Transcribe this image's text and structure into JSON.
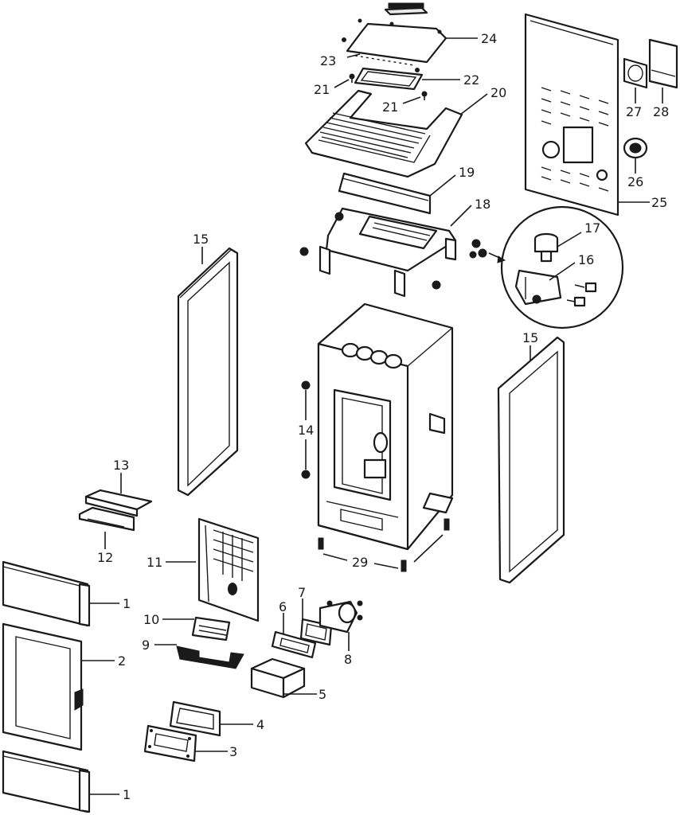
{
  "callouts": [
    {
      "id": "c1a",
      "text": "1"
    },
    {
      "id": "c1b",
      "text": "1"
    },
    {
      "id": "c2",
      "text": "2"
    },
    {
      "id": "c3",
      "text": "3"
    },
    {
      "id": "c4",
      "text": "4"
    },
    {
      "id": "c5",
      "text": "5"
    },
    {
      "id": "c6",
      "text": "6"
    },
    {
      "id": "c7",
      "text": "7"
    },
    {
      "id": "c8",
      "text": "8"
    },
    {
      "id": "c9",
      "text": "9"
    },
    {
      "id": "c10",
      "text": "10"
    },
    {
      "id": "c11",
      "text": "11"
    },
    {
      "id": "c12",
      "text": "12"
    },
    {
      "id": "c13",
      "text": "13"
    },
    {
      "id": "c14",
      "text": "14"
    },
    {
      "id": "c15a",
      "text": "15"
    },
    {
      "id": "c15b",
      "text": "15"
    },
    {
      "id": "c16",
      "text": "16"
    },
    {
      "id": "c17",
      "text": "17"
    },
    {
      "id": "c18",
      "text": "18"
    },
    {
      "id": "c19",
      "text": "19"
    },
    {
      "id": "c20",
      "text": "20"
    },
    {
      "id": "c21a",
      "text": "21"
    },
    {
      "id": "c21b",
      "text": "21"
    },
    {
      "id": "c22",
      "text": "22"
    },
    {
      "id": "c23",
      "text": "23"
    },
    {
      "id": "c24",
      "text": "24"
    },
    {
      "id": "c25",
      "text": "25"
    },
    {
      "id": "c26",
      "text": "26"
    },
    {
      "id": "c27",
      "text": "27"
    },
    {
      "id": "c28",
      "text": "28"
    },
    {
      "id": "c29",
      "text": "29"
    }
  ]
}
